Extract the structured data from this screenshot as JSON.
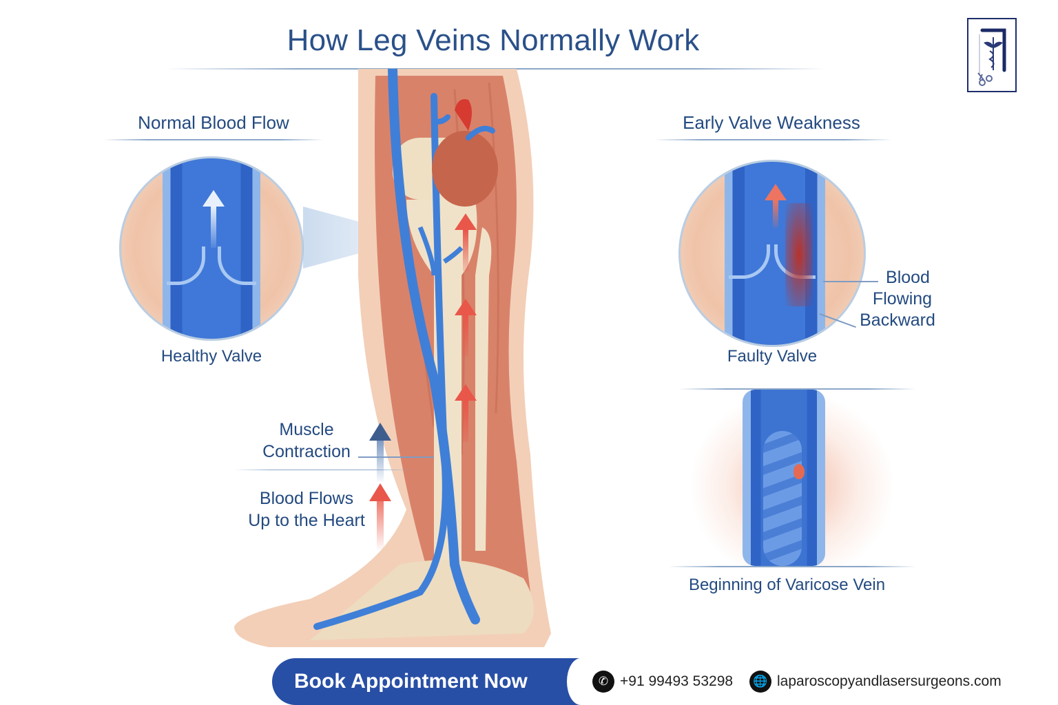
{
  "header": {
    "title": "How Leg Veins Normally Work",
    "logo_icon": "caduceus-scissors-logo-icon"
  },
  "left_panel": {
    "heading": "Normal Blood Flow",
    "circle_caption": "Healthy Valve",
    "arrow_icon": "arrow-up-icon"
  },
  "right_panel": {
    "heading": "Early Valve Weakness",
    "circle_caption": "Faulty Valve",
    "callout": [
      "Blood",
      "Flowing",
      "Backward"
    ],
    "lower_caption": "Beginning of Varicose Vein"
  },
  "center_labels": {
    "muscle": [
      "Muscle",
      "Contraction"
    ],
    "blood": [
      "Blood Flows",
      "Up to the Heart"
    ]
  },
  "footer": {
    "cta_label": "Book Appointment Now",
    "phone": "+91 99493 53298",
    "website": "laparoscopyandlasersurgeons.com",
    "phone_icon": "phone-icon",
    "globe_icon": "globe-icon"
  },
  "colors": {
    "title_blue": "#2a5089",
    "cta_blue": "#284fa6",
    "vein_blue": "#3f78d8",
    "arrow_red": "#e8574a",
    "muscle": "#d9826a",
    "bone": "#efe0c4",
    "skin": "#f1c7ae"
  }
}
